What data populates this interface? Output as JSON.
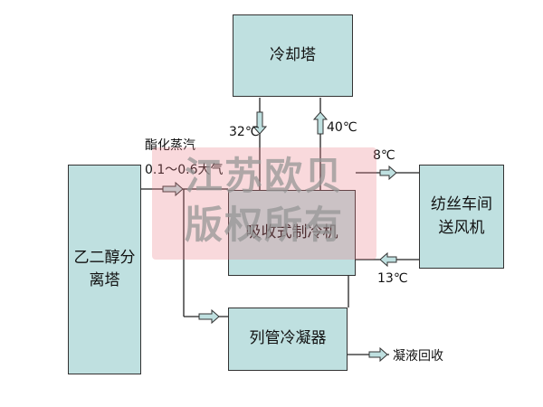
{
  "nodes": {
    "cooling_tower": "冷却塔",
    "absorption_chiller": "吸收式制冷机",
    "spinning_fan_line1": "纺丝车间",
    "spinning_fan_line2": "送风机",
    "glycol_tower_line1": "乙二醇分",
    "glycol_tower_line2": "离塔",
    "tube_condenser": "列管冷凝器"
  },
  "labels": {
    "steam_line1": "酯化蒸汽",
    "steam_line2": "0.1～0.6大气",
    "temp_32": "32℃",
    "temp_40": "40℃",
    "temp_8": "8℃",
    "temp_13": "13℃",
    "condensate_return": "凝液回收"
  },
  "watermark": {
    "line1": "江苏欧贝",
    "line2": "版权所有"
  }
}
